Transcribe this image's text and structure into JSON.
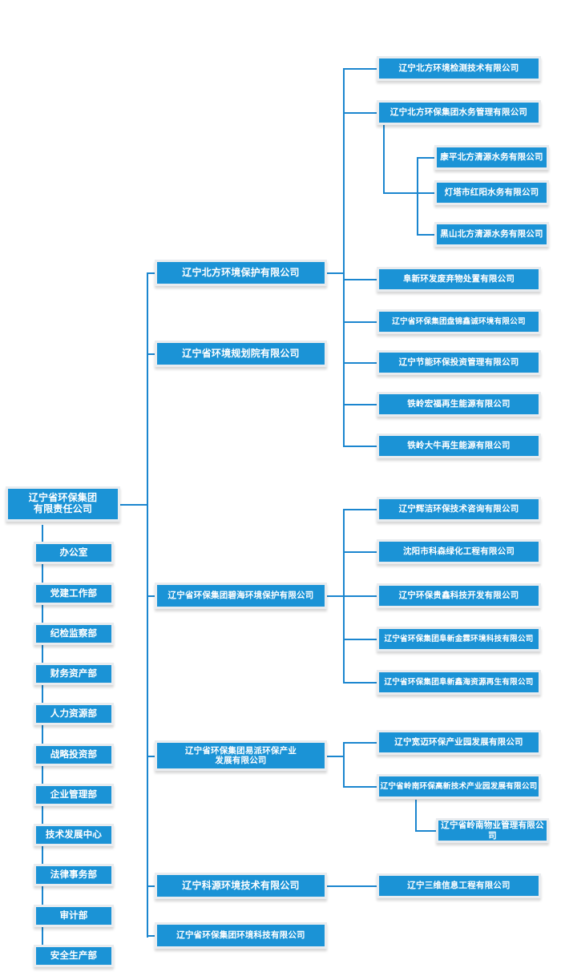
{
  "meta": {
    "title": "辽宁省环保集团有限责任公司 组织结构图",
    "accent_color": "#1b93d6",
    "line_color": "#1b86cf",
    "box_border_color": "#e9ecef",
    "background_color": "#ffffff",
    "text_color": "#ffffff"
  },
  "root": {
    "label": "辽宁省环保集团\n有限责任公司"
  },
  "departments": [
    {
      "label": "办公室"
    },
    {
      "label": "党建工作部"
    },
    {
      "label": "纪检监察部"
    },
    {
      "label": "财务资产部"
    },
    {
      "label": "人力资源部"
    },
    {
      "label": "战略投资部"
    },
    {
      "label": "企业管理部"
    },
    {
      "label": "技术发展中心"
    },
    {
      "label": "法律事务部"
    },
    {
      "label": "审计部"
    },
    {
      "label": "安全生产部"
    }
  ],
  "subsidiaries": [
    {
      "label": "辽宁北方环境保护有限公司"
    },
    {
      "label": "辽宁省环境规划院有限公司"
    },
    {
      "label": "辽宁省环保集团碧海环境保护有限公司"
    },
    {
      "label": "辽宁省环保集团易派环保产业\n发展有限公司"
    },
    {
      "label": "辽宁科源环境技术有限公司"
    },
    {
      "label": "辽宁省环保集团环境科技有限公司"
    }
  ],
  "beifang_children": [
    {
      "label": "辽宁北方环境检测技术有限公司"
    },
    {
      "label": "辽宁北方环保集团水务管理有限公司"
    },
    {
      "label": "阜新环发废弃物处置有限公司"
    },
    {
      "label": "辽宁省环保集团盘锦鑫诚环境有限公司"
    },
    {
      "label": "辽宁节能环保投资管理有限公司"
    },
    {
      "label": "铁岭宏福再生能源有限公司"
    },
    {
      "label": "铁岭大牛再生能源有限公司"
    }
  ],
  "water_children": [
    {
      "label": "康平北方清源水务有限公司"
    },
    {
      "label": "灯塔市红阳水务有限公司"
    },
    {
      "label": "黑山北方清源水务有限公司"
    }
  ],
  "bihai_children": [
    {
      "label": "辽宁辉洁环保技术咨询有限公司"
    },
    {
      "label": "沈阳市科森绿化工程有限公司"
    },
    {
      "label": "辽宁环保贵鑫科技开发有限公司"
    },
    {
      "label": "辽宁省环保集团阜新金霖环境科技有限公司"
    },
    {
      "label": "辽宁省环保集团阜新鑫海资源再生有限公司"
    }
  ],
  "yipai_children": [
    {
      "label": "辽宁宽迈环保产业园发展有限公司"
    },
    {
      "label": "辽宁省岭南环保高新技术产业园发展有限公司"
    }
  ],
  "lingnan_children": [
    {
      "label": "辽宁省岭南物业管理有限公司"
    }
  ],
  "keyuan_children": [
    {
      "label": "辽宁三维信息工程有限公司"
    }
  ]
}
